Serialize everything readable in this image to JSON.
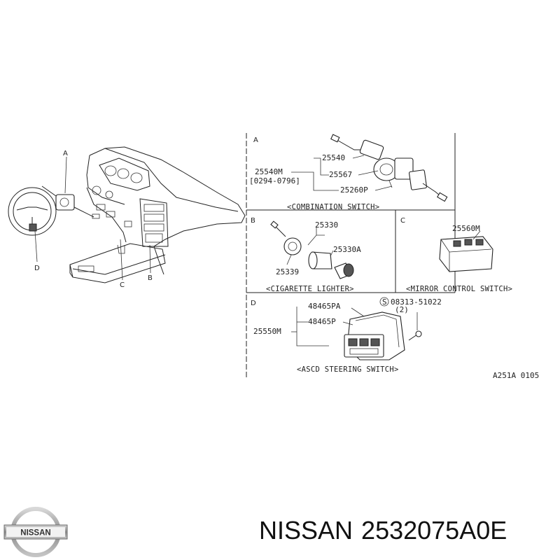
{
  "diagram": {
    "overview_callouts": {
      "a": "A",
      "b": "B",
      "c": "C",
      "d": "D"
    },
    "section_a": {
      "letter": "A",
      "parts": [
        "25540",
        "25540M",
        "[0294-0796]",
        "25567",
        "25260P"
      ],
      "caption": "<COMBINATION SWITCH>"
    },
    "section_b": {
      "letter": "B",
      "parts": [
        "25330",
        "25330A",
        "25339"
      ],
      "caption": "<CIGARETTE LIGHTER>"
    },
    "section_c": {
      "letter": "C",
      "parts": [
        "25560M"
      ],
      "caption": "<MIRROR CONTROL SWITCH>"
    },
    "section_d": {
      "letter": "D",
      "parts": [
        "48465PA",
        "48465P",
        "25550M",
        "08313-51022",
        "(2)"
      ],
      "screw_symbol": "S",
      "caption": "<ASCD STEERING SWITCH>"
    },
    "drawing_code": "A251A 0105"
  },
  "footer": {
    "logo_text": "NISSAN",
    "brand": "NISSAN",
    "part_number": "2532075A0E"
  }
}
